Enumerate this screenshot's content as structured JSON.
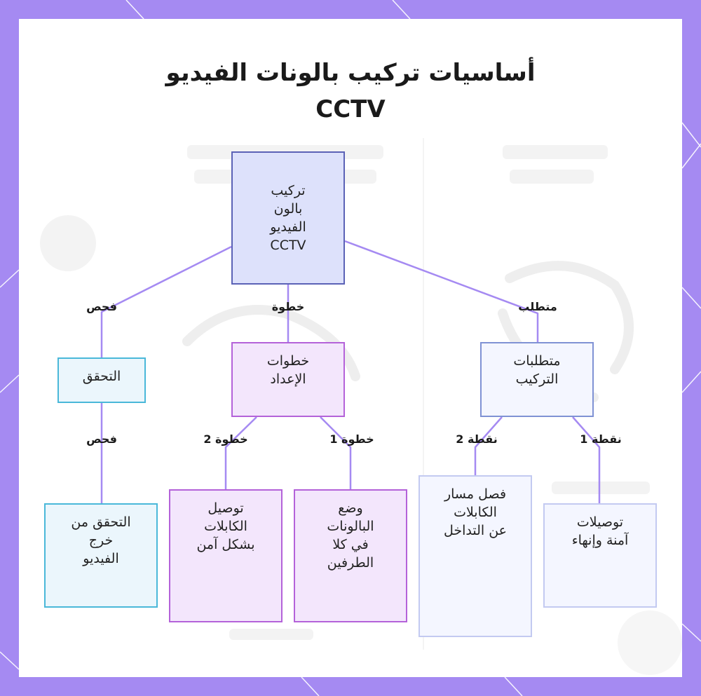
{
  "title": {
    "line1": "أساسيات تركيب بالونات الفيديو",
    "line2": "CCTV"
  },
  "colors": {
    "frame": "#a58af2",
    "root_fill": "#dde1fb",
    "root_border": "#5b62b6",
    "purple_border": "#b462d9",
    "blue_border": "#7f92d4",
    "cyan_border": "#4ab8d9",
    "edge": "#a58af2"
  },
  "nodes": {
    "root": [
      "تركيب",
      "بالون",
      "الفيديو",
      "CCTV"
    ],
    "verify": [
      "التحقق"
    ],
    "setup_steps": [
      "خطوات",
      "الإعداد"
    ],
    "requirements": [
      "متطلبات",
      "التركيب"
    ],
    "check_output": [
      "التحقق من",
      "خرج",
      "الفيديو"
    ],
    "connect_cables": [
      "توصيل",
      "الكابلات",
      "بشكل آمن"
    ],
    "place_baluns": [
      "وضع",
      "البالونات",
      "في كلا",
      "الطرفين"
    ],
    "separate_path": [
      "فصل مسار",
      "الكابلات",
      "عن التداخل"
    ],
    "secure_connections": [
      "توصيلات",
      "آمنة وإنهاء"
    ]
  },
  "edge_labels": {
    "root_verify": "فحص",
    "root_steps": "خطوة",
    "root_requirements": "متطلب",
    "verify_output": "فحص",
    "steps_connect": "خطوة 2",
    "steps_place": "خطوة 1",
    "req_separate": "نقطة 2",
    "req_secure": "نقطة 1"
  }
}
